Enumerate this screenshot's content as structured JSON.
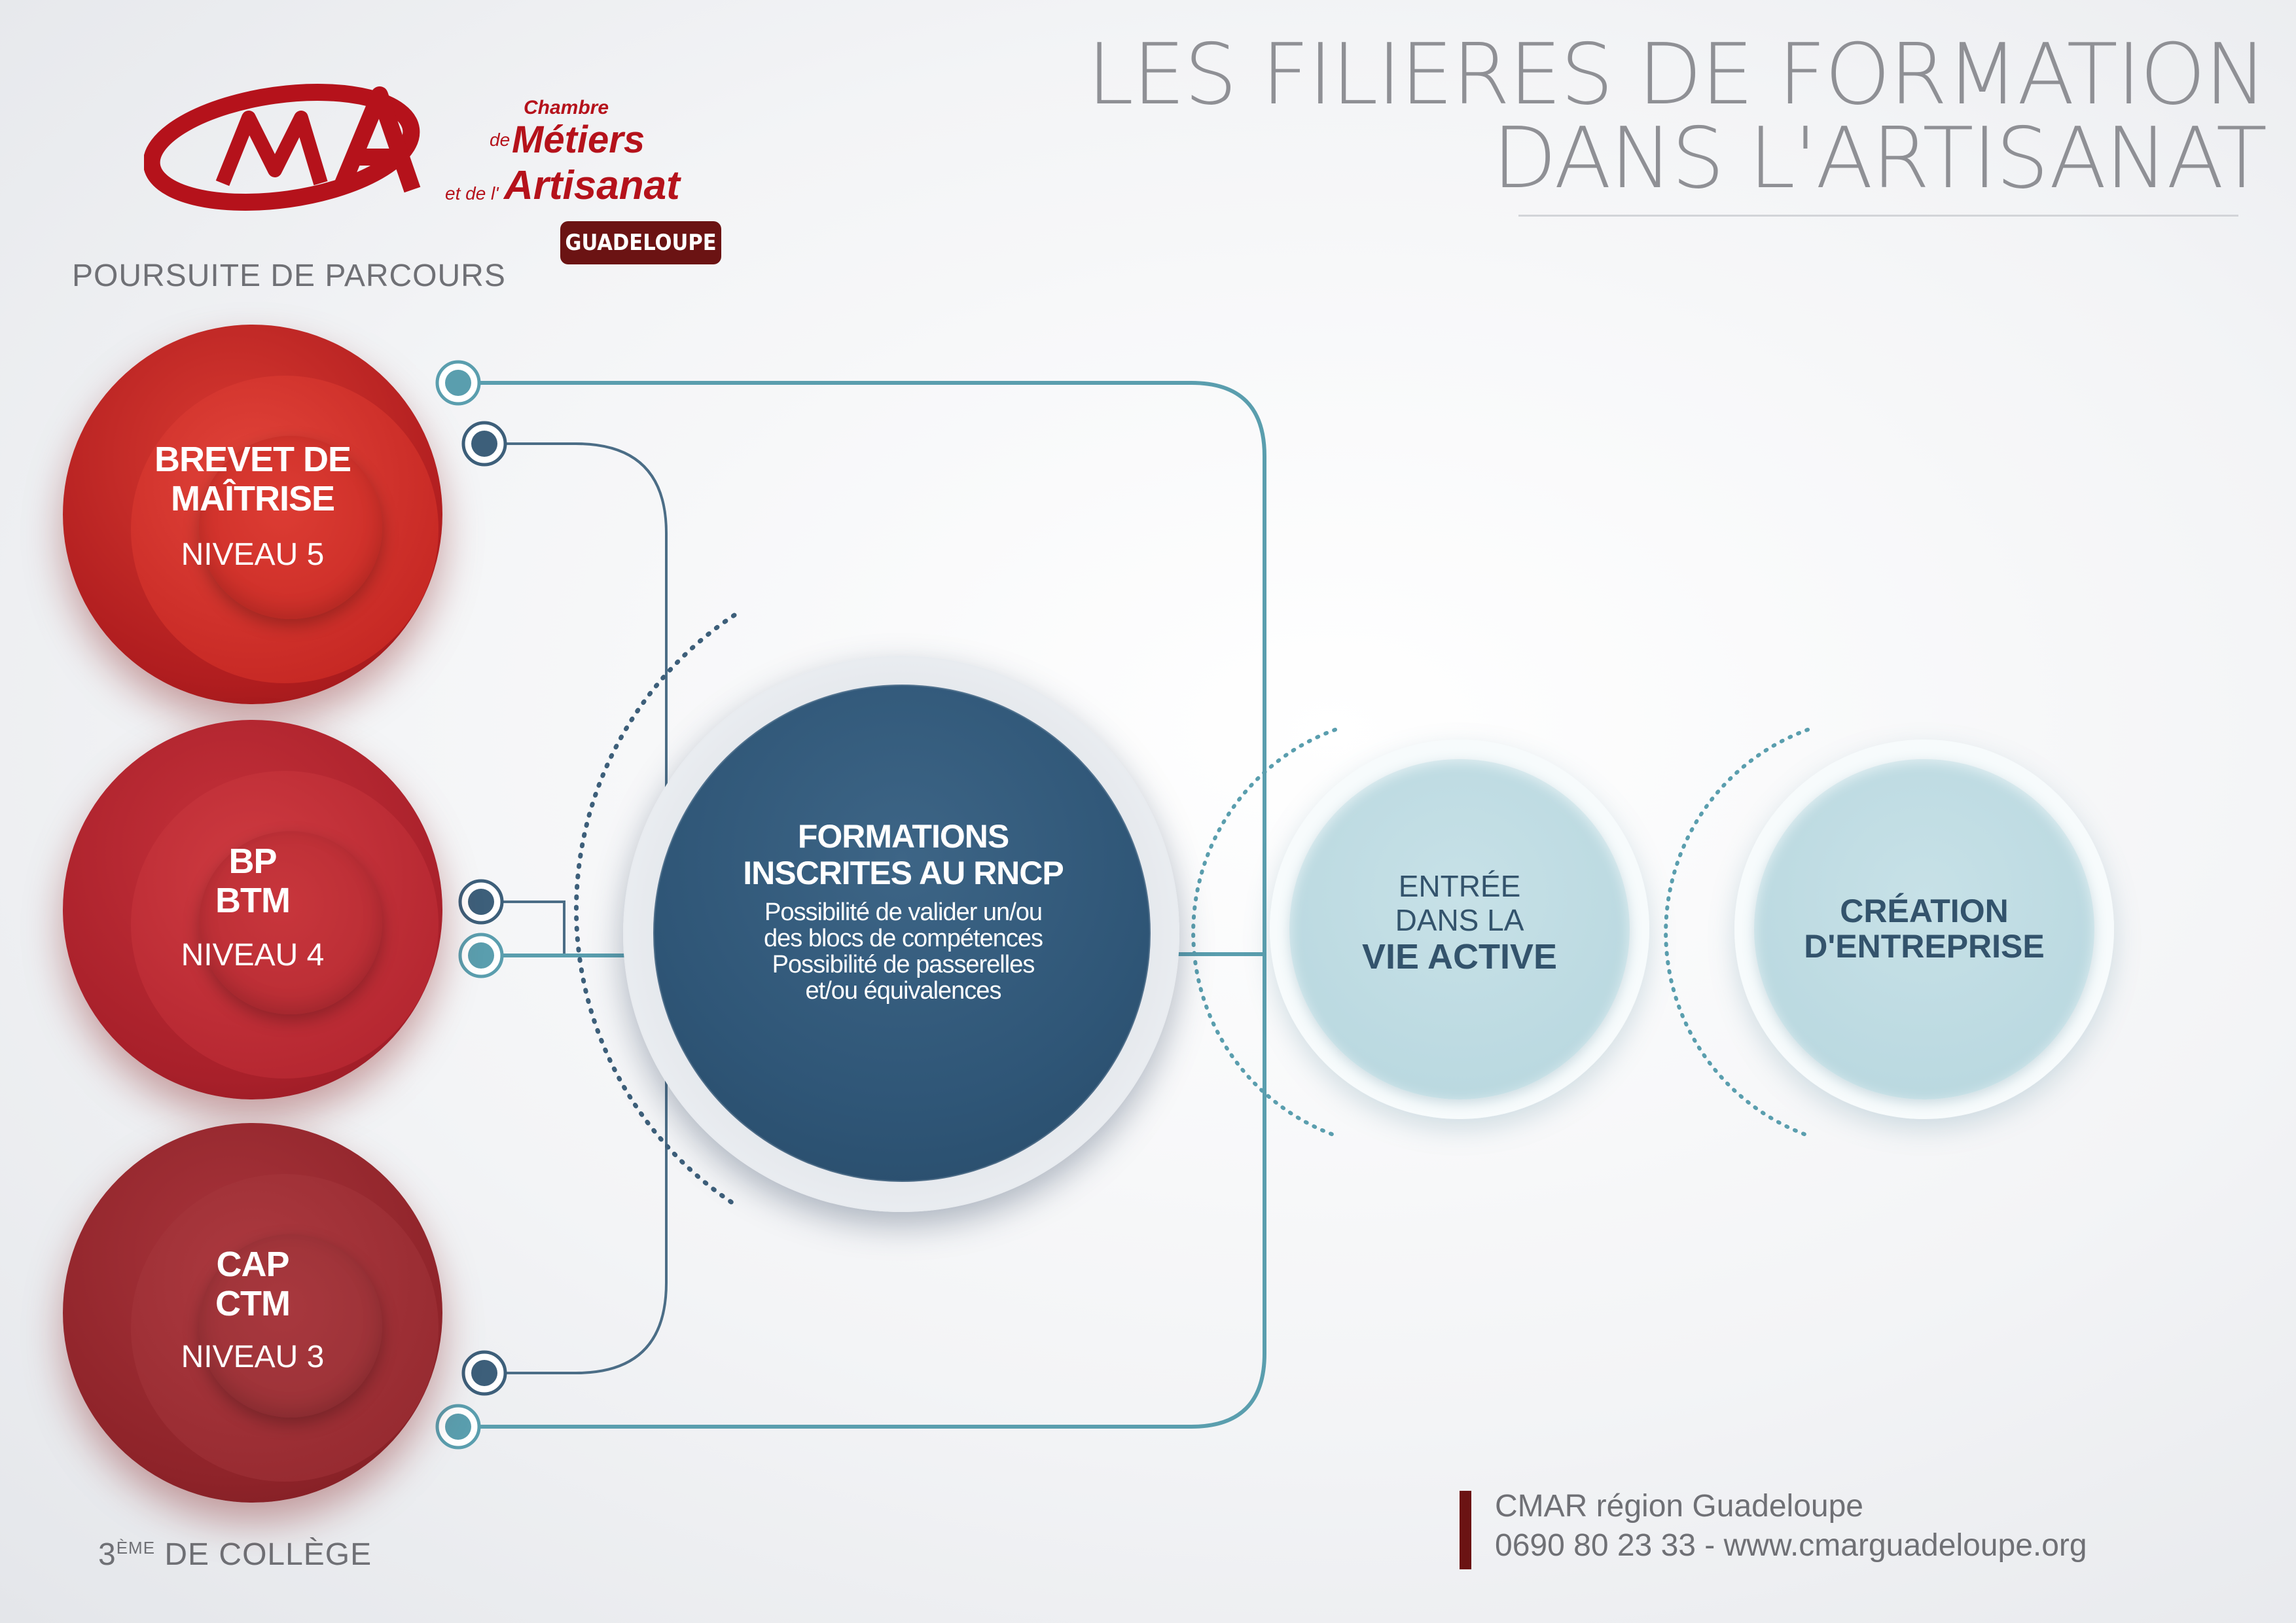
{
  "title": {
    "line1": "LES FILIERES DE FORMATION",
    "line2": "DANS L'ARTISANAT"
  },
  "logo": {
    "chambre": "Chambre",
    "de": "de",
    "metiers": "Métiers",
    "et_de_l": "et de l'",
    "artisanat": "Artisanat",
    "badge": "GUADELOUPE"
  },
  "top_label": "POURSUITE DE PARCOURS",
  "bottom_label": {
    "num": "3",
    "sup": "ÈME",
    "rest": " DE COLLÈGE"
  },
  "levels": [
    {
      "line1": "BREVET DE",
      "line2": "MAÎTRISE",
      "level": "NIVEAU 5"
    },
    {
      "line1": "BP",
      "line2": "BTM",
      "level": "NIVEAU 4"
    },
    {
      "line1": "CAP",
      "line2": "CTM",
      "level": "NIVEAU 3"
    }
  ],
  "center": {
    "title1": "FORMATIONS",
    "title2": "INSCRITES AU RNCP",
    "body1": "Possibilité de valider un/ou",
    "body2": "des blocs de compétences",
    "body3": "Possibilité de passerelles",
    "body4": "et/ou équivalences"
  },
  "outcomes": {
    "active_line1": "ENTRÉE",
    "active_line2": "DANS LA",
    "active_line3": "VIE ACTIVE",
    "creation_line1": "CRÉATION",
    "creation_line2": "D'ENTREPRISE"
  },
  "footer": {
    "org": "CMAR région  Guadeloupe",
    "contact": "0690 80 23 33 - www.cmarguadeloupe.org"
  },
  "colors": {
    "red_dark": "#8e1a1d",
    "red_light": "#d7302a",
    "navy": "#2f5677",
    "teal": "#5a9eae",
    "slate": "#3d5f7a",
    "light_blue": "#b6d6de",
    "brand": "#b5121b"
  }
}
